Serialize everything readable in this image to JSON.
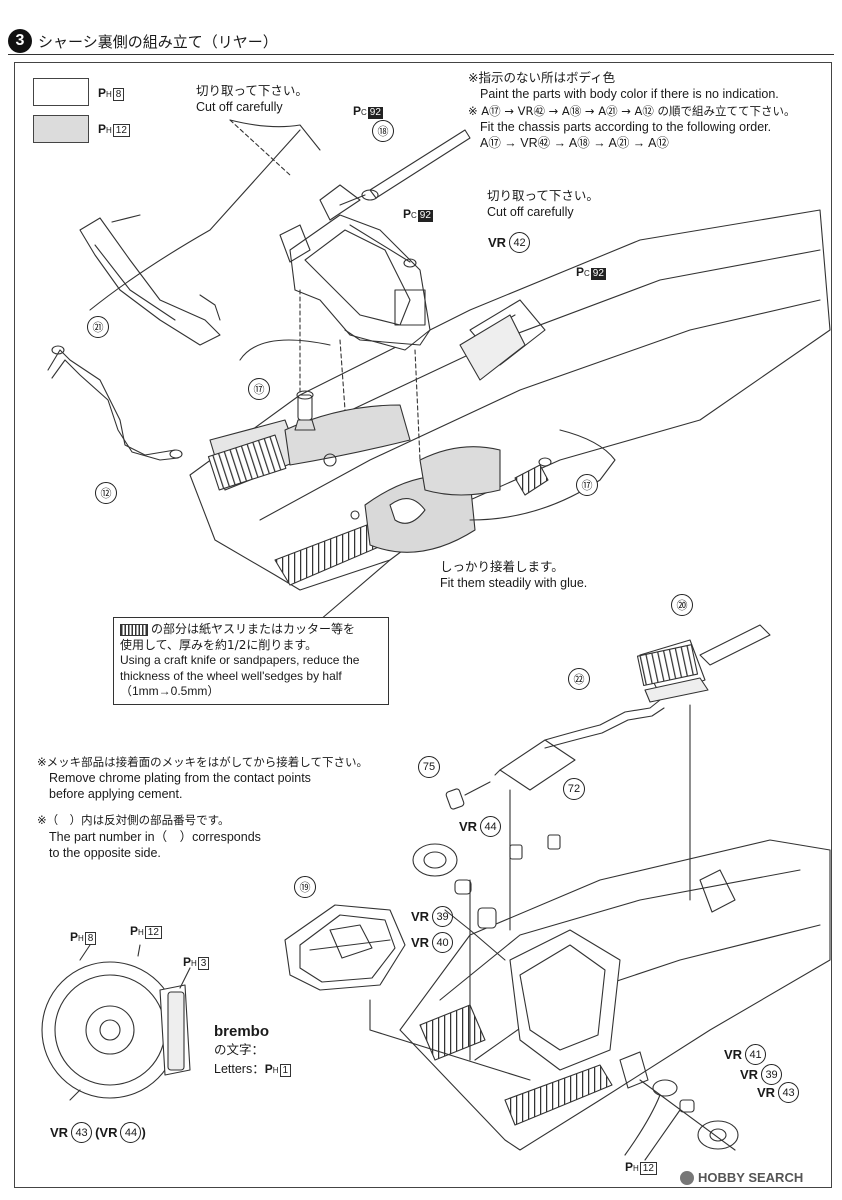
{
  "header": {
    "step_number": "3",
    "title": "シャーシ裏側の組み立て（リヤー）"
  },
  "legend": {
    "plain": {
      "label": "P",
      "sub": "H",
      "code": "8"
    },
    "grey": {
      "label": "P",
      "sub": "H",
      "code": "12"
    }
  },
  "notes_top": [
    "※指示のない所はボディ色",
    "Paint the parts with body color if there is no indication.",
    "※ A⑰ → VR㊷ → A⑱ → A㉑ → A⑫ の順で組み立てて下さい。",
    "Fit the chassis parts according to the following order.",
    "A⑰ → VR㊷ → A⑱ → A㉑ → A⑫"
  ],
  "cut_notes": {
    "a": {
      "jp": "切り取って下さい。",
      "en": "Cut off carefully"
    },
    "b": {
      "jp": "切り取って下さい。",
      "en": "Cut off carefully"
    }
  },
  "glue_note": {
    "jp": "しっかり接着します。",
    "en": "Fit them steadily with glue."
  },
  "wheel_well_note": [
    "の部分は紙ヤスリまたはカッター等を",
    "使用して、厚みを約1/2に削ります。",
    "Using a craft knife or sandpapers, reduce the",
    "thickness of the wheel well'sedges by half",
    "（1mm→0.5mm）"
  ],
  "chrome_note": [
    "※メッキ部品は接着面のメッキをはがしてから接着して下さい。",
    "Remove chrome plating from the contact points",
    "before applying cement."
  ],
  "opposite_note": [
    "※（　）内は反対側の部品番号です。",
    "The part number in（　）corresponds",
    "to the opposite side."
  ],
  "brembo": {
    "logo": "brembo",
    "jp": "の文字：",
    "en": "Letters：",
    "code": "1"
  },
  "parts": {
    "p18": "⑱",
    "p21": "㉑",
    "p17a": "⑰",
    "p17b": "⑰",
    "p12": "⑫",
    "p20": "⑳",
    "p22": "㉒",
    "p75": "75",
    "p72": "72",
    "p19": "⑲"
  },
  "vr_labels": {
    "vr42": {
      "prefix": "VR",
      "num": "42"
    },
    "vr44": {
      "prefix": "VR",
      "num": "44"
    },
    "vr39a": {
      "prefix": "VR",
      "num": "39"
    },
    "vr40": {
      "prefix": "VR",
      "num": "40"
    },
    "vr41": {
      "prefix": "VR",
      "num": "41"
    },
    "vr39b": {
      "prefix": "VR",
      "num": "39"
    },
    "vr43": {
      "prefix": "VR",
      "num": "43"
    },
    "disc": {
      "text": "VR",
      "num1": "43",
      "num2": "44"
    }
  },
  "paint_codes": {
    "pc92a": {
      "label": "P",
      "sub": "C",
      "code": "92"
    },
    "pc92b": {
      "label": "P",
      "sub": "C",
      "code": "92"
    },
    "pc92c": {
      "label": "P",
      "sub": "C",
      "code": "92"
    },
    "ph12_bottom": {
      "label": "P",
      "sub": "H",
      "code": "12"
    },
    "ph8_disc": {
      "label": "P",
      "sub": "H",
      "code": "8"
    },
    "ph12_disc": {
      "label": "P",
      "sub": "H",
      "code": "12"
    },
    "ph3_disc": {
      "label": "P",
      "sub": "H",
      "code": "3"
    }
  },
  "watermark": "HOBBY SEARCH"
}
